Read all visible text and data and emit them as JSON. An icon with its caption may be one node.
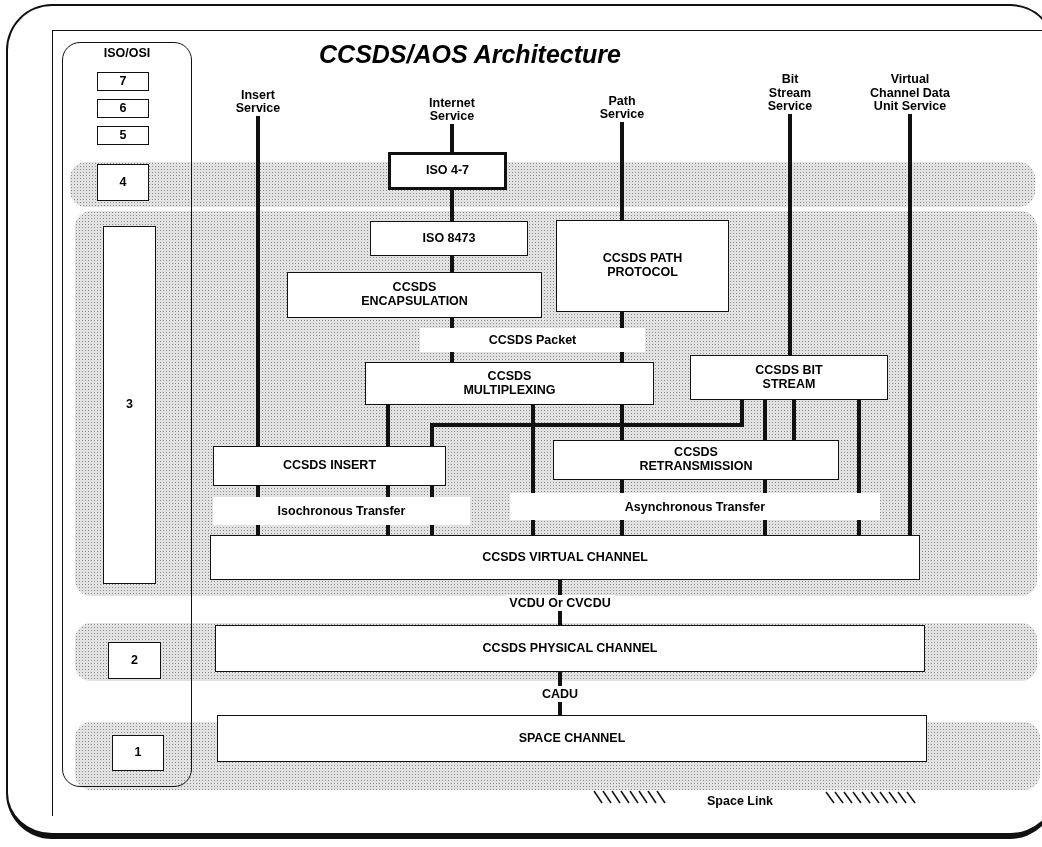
{
  "diagram": {
    "title": "CCSDS/AOS Architecture",
    "nodes": [
      {
        "text": [
          "ISO/OSI"
        ]
      },
      {
        "text": [
          "7"
        ],
        "in": 0
      },
      {
        "text": [
          "6"
        ],
        "in": 0
      },
      {
        "text": [
          "5"
        ],
        "in": 0
      },
      {
        "text": [
          "4"
        ],
        "in": 0
      },
      {
        "text": [
          "3"
        ],
        "in": 0
      },
      {
        "text": [
          "2"
        ],
        "in": 0
      },
      {
        "text": [
          "1"
        ],
        "in": 0
      },
      {
        "text": [
          "Insert Service"
        ]
      },
      {
        "text": [
          "Internet Service"
        ]
      },
      {
        "text": [
          "Path Service"
        ]
      },
      {
        "text": [
          "Bit Stream Service"
        ]
      },
      {
        "text": [
          "Virtual Channel Data Unit Service"
        ]
      },
      {
        "text": [
          "ISO 4-7"
        ]
      },
      {
        "text": [
          "ISO 8473"
        ]
      },
      {
        "text": [
          "CCSDS PATH PROTOCOL"
        ]
      },
      {
        "text": [
          "CCSDS ENCAPSULATION"
        ]
      },
      {
        "text": [
          "CCSDS MULTIPLEXING"
        ]
      },
      {
        "text": [
          "CCSDS BIT STREAM"
        ]
      },
      {
        "text": [
          "CCSDS INSERT"
        ]
      },
      {
        "text": [
          "CCSDS RETRANSMISSION"
        ]
      },
      {
        "text": [
          "CCSDS VIRTUAL CHANNEL"
        ]
      },
      {
        "text": [
          "CCSDS PHYSICAL CHANNEL"
        ]
      },
      {
        "text": [
          "SPACE CHANNEL"
        ]
      }
    ],
    "edges": [
      {
        "from": 8,
        "to": 19,
        "arrow": "none"
      },
      {
        "from": 19,
        "to": 21,
        "arrow": "none"
      },
      {
        "from": 9,
        "to": 13,
        "arrow": "none"
      },
      {
        "from": 13,
        "to": 14,
        "arrow": "none"
      },
      {
        "from": 14,
        "to": 16,
        "arrow": "none"
      },
      {
        "from": 16,
        "to": 17,
        "arrow": "none"
      },
      {
        "from": 10,
        "to": 15,
        "arrow": "none"
      },
      {
        "from": 15,
        "to": 17,
        "arrow": "none"
      },
      {
        "from": 11,
        "to": 18,
        "arrow": "none"
      },
      {
        "from": 12,
        "to": 21,
        "arrow": "none"
      },
      {
        "from": 17,
        "to": 19,
        "arrow": "none"
      },
      {
        "from": 19,
        "to": 21,
        "arrow": "none"
      },
      {
        "from": 17,
        "to": 21,
        "arrow": "none"
      },
      {
        "from": 17,
        "to": 20,
        "arrow": "none"
      },
      {
        "from": 20,
        "to": 21,
        "arrow": "none"
      },
      {
        "from": 18,
        "to": 19,
        "arrow": "none"
      },
      {
        "from": 19,
        "to": 21,
        "arrow": "none"
      },
      {
        "from": 18,
        "to": 20,
        "arrow": "none"
      },
      {
        "from": 18,
        "to": 20,
        "arrow": "none"
      },
      {
        "from": 20,
        "to": 21,
        "arrow": "none"
      },
      {
        "from": 18,
        "to": 21,
        "arrow": "none"
      },
      {
        "from": 21,
        "to": 22,
        "arrow": "none",
        "label": "VCDU Or CVCDU"
      },
      {
        "from": 22,
        "to": 23,
        "arrow": "none",
        "label": "CADU"
      }
    ],
    "labels": [
      "CCSDS Packet",
      "Isochronous Transfer",
      "Asynchronous Transfer",
      "Space Link"
    ]
  }
}
